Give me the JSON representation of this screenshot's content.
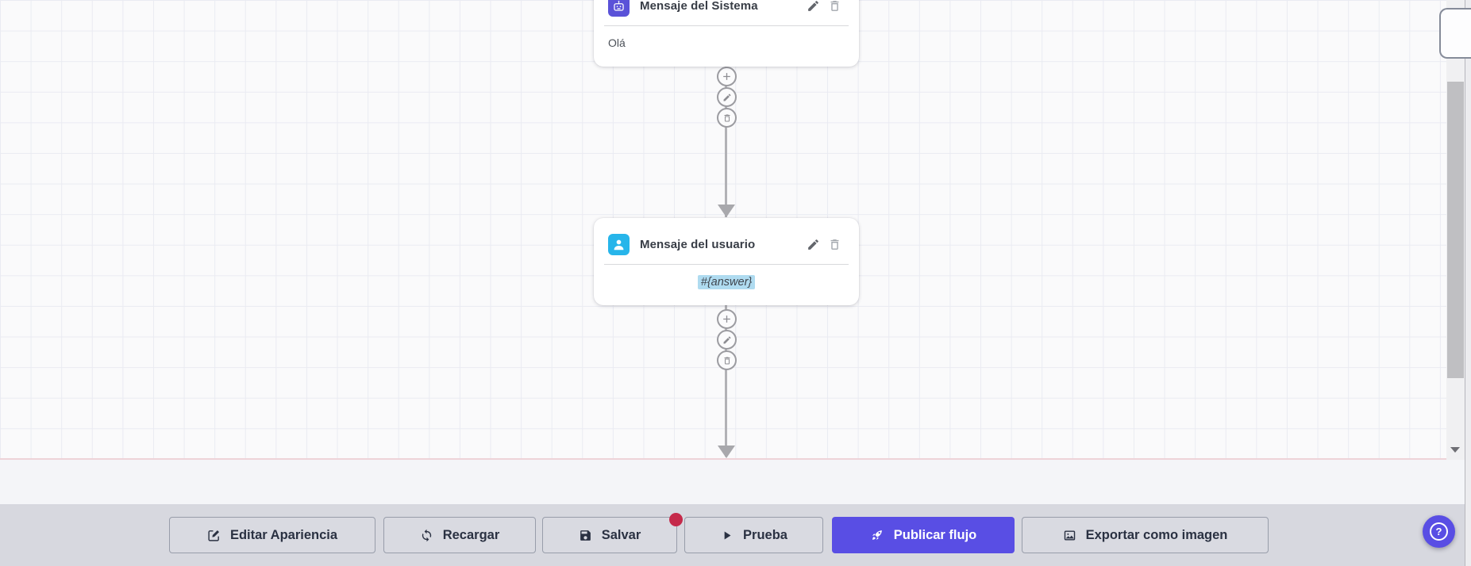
{
  "canvas": {
    "nodes": [
      {
        "title": "Mensaje del Sistema",
        "content": "Olá",
        "icon": "robot-icon",
        "icon_bg": "#5a52d8"
      },
      {
        "title": "Mensaje del usuario",
        "content": "#{answer}",
        "icon": "user-icon",
        "icon_bg": "#27b5ea",
        "content_highlight": "#afdbf0"
      }
    ],
    "connector_menu": {
      "buttons": [
        "add",
        "edit",
        "delete"
      ]
    }
  },
  "toolbar": {
    "buttons": [
      {
        "label": "Editar Apariencia",
        "icon": "edit-square-icon"
      },
      {
        "label": "Recargar",
        "icon": "refresh-icon"
      },
      {
        "label": "Salvar",
        "icon": "save-icon",
        "has_badge": true
      },
      {
        "label": "Prueba",
        "icon": "play-icon"
      },
      {
        "label": "Publicar flujo",
        "icon": "rocket-icon",
        "primary": true,
        "color": "#594ee4"
      },
      {
        "label": "Exportar como imagen",
        "icon": "image-icon"
      }
    ]
  },
  "help_button": {
    "label": "?",
    "color": "#594ee4"
  },
  "colors": {
    "accent": "#594ee4",
    "badge": "#c5294a",
    "system_icon_bg": "#5a52d8",
    "user_icon_bg": "#27b5ea",
    "answer_highlight": "#afdbf0"
  }
}
